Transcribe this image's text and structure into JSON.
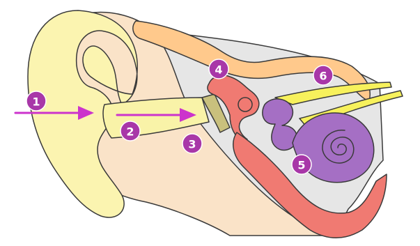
{
  "colors": {
    "outer_ear": "#FBF4B0",
    "skin": "#FAE3C8",
    "ear_canal": "#F9F3A8",
    "bone": "#FFC98C",
    "middle_ear_cavity": "#E6E6E6",
    "ossicles": "#F07A72",
    "eardrum": "#C9C07D",
    "inner_ear": "#A56FC4",
    "nerve": "#F7F15C",
    "outline": "#3A3A3A",
    "arrow": "#CC33CC",
    "marker": "#A837A8"
  },
  "markers": [
    {
      "id": "1",
      "label": "1"
    },
    {
      "id": "2",
      "label": "2"
    },
    {
      "id": "3",
      "label": "3"
    },
    {
      "id": "4",
      "label": "4"
    },
    {
      "id": "5",
      "label": "5"
    },
    {
      "id": "6",
      "label": "6"
    }
  ]
}
